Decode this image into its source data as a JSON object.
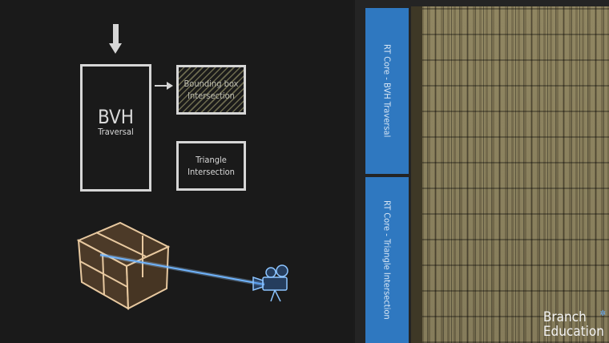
{
  "diagram": {
    "bvh_title": "BVH",
    "bvh_subtitle": "Traversal",
    "bounding_box_label": "Bounding box Intersection",
    "triangle_label": "Triangle Intersection"
  },
  "die": {
    "strip_top": "RT Core - BVH Traversal",
    "strip_bottom": "RT Core - Triangle Intersection"
  },
  "logo": {
    "line1": "Branch",
    "line2": "Education"
  },
  "colors": {
    "accent_blue": "#2f78c0",
    "ray": "#5aa8ff"
  }
}
